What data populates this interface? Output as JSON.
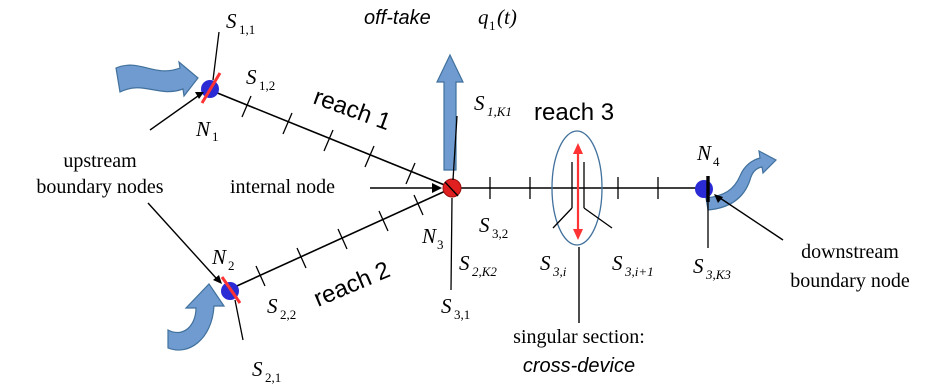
{
  "offtake": {
    "title": "off-take",
    "q": "q",
    "q_sub": "1",
    "q_arg": "(t)"
  },
  "reaches": {
    "r1": "reach 1",
    "r2": "reach 2",
    "r3": "reach 3"
  },
  "nodes": {
    "n1": {
      "main": "N",
      "sub": "1"
    },
    "n2": {
      "main": "N",
      "sub": "2"
    },
    "n3": {
      "main": "N",
      "sub": "3"
    },
    "n4": {
      "main": "N",
      "sub": "4"
    }
  },
  "sections": {
    "s11": {
      "main": "S",
      "sub": "1,1"
    },
    "s12": {
      "main": "S",
      "sub": "1,2"
    },
    "s1k1": {
      "main": "S",
      "sub": "1,K1"
    },
    "s21": {
      "main": "S",
      "sub": "2,1"
    },
    "s22": {
      "main": "S",
      "sub": "2,2"
    },
    "s2k2": {
      "main": "S",
      "sub": "2,K2"
    },
    "s31": {
      "main": "S",
      "sub": "3,1"
    },
    "s32": {
      "main": "S",
      "sub": "3,2"
    },
    "s3i": {
      "main": "S",
      "sub": "3,i"
    },
    "s3i1": {
      "main": "S",
      "sub": "3,i+1"
    },
    "s3k3": {
      "main": "S",
      "sub": "3,K3"
    }
  },
  "labels": {
    "upstream1": "upstream",
    "upstream2": "boundary  nodes",
    "internal": "internal node",
    "downstream1": "downstream",
    "downstream2": "boundary  node",
    "singular": "singular section:",
    "crossdevice": "cross-device"
  },
  "colors": {
    "arrow_fill": "#6f9bd1",
    "arrow_stroke": "#41719c",
    "boundary_node": "#2b2bd6",
    "internal_node": "#e02020",
    "red_mark": "#ff3333",
    "ellipse": "#41719c"
  }
}
